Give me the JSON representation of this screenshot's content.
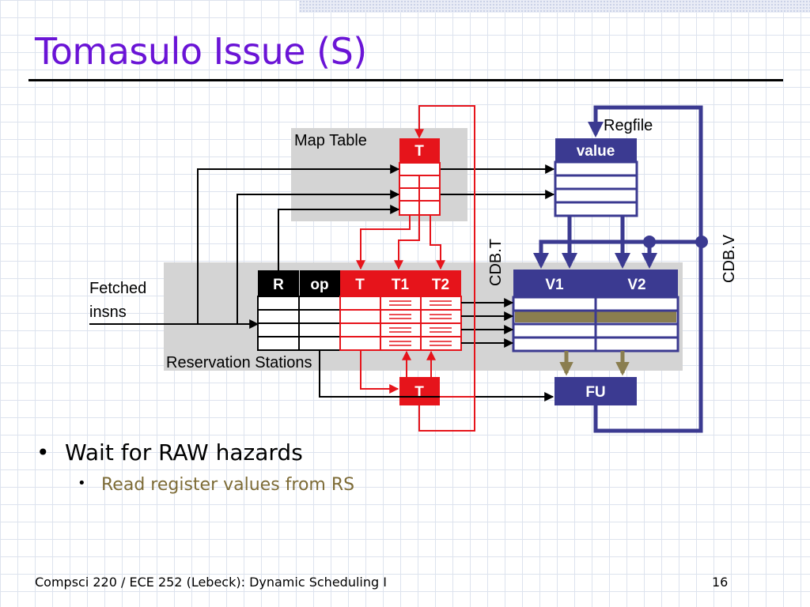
{
  "title": "Tomasulo Issue (S)",
  "diagram": {
    "map_table_label": "Map Table",
    "map_table_header": "T",
    "regfile_label": "Regfile",
    "regfile_header": "value",
    "fetched_label": [
      "Fetched",
      "insns"
    ],
    "rs_label": "Reservation Stations",
    "rs_headers": [
      "R",
      "op",
      "T",
      "T1",
      "T2",
      "V1",
      "V2"
    ],
    "cdb_t_label": "CDB.T",
    "cdb_v_label": "CDB.V",
    "t_box_label": "T",
    "fu_label": "FU",
    "colors": {
      "red": "#e6141b",
      "navy": "#3b3a91",
      "olive": "#8a7e4f",
      "gray": "#d4d4d4"
    }
  },
  "bullets": [
    {
      "text": "Wait for RAW hazards",
      "level": 1
    },
    {
      "text": "Read register values from RS",
      "level": 2
    }
  ],
  "footer": {
    "left": "Compsci 220 / ECE 252 (Lebeck): Dynamic Scheduling I",
    "page": "16"
  }
}
